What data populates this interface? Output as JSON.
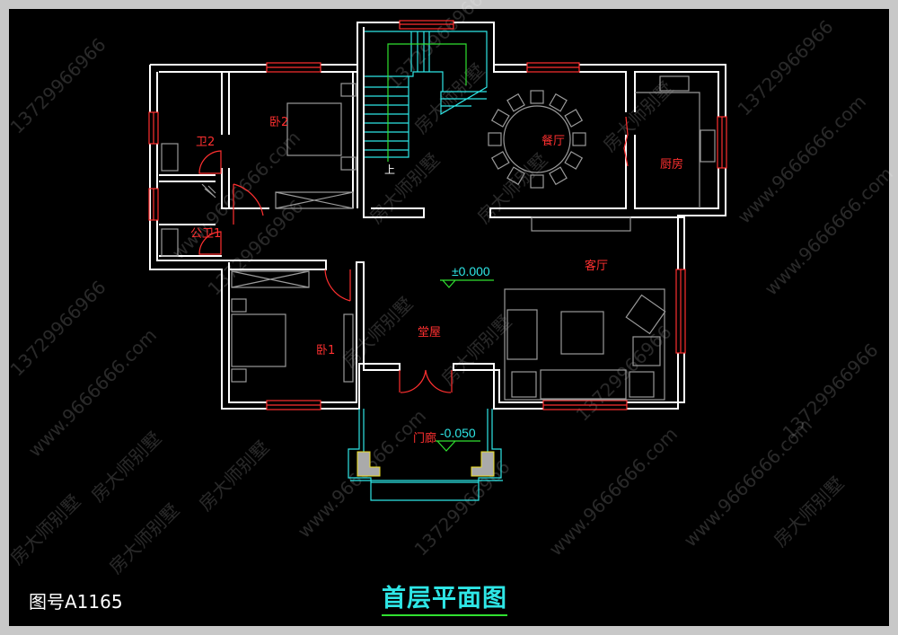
{
  "drawing": {
    "title": "首层平面图",
    "drawing_number": "图号A1165",
    "rooms": {
      "bathroom2": "卫2",
      "bedroom2": "卧2",
      "public_bathroom1": "公卫1",
      "bedroom1": "卧1",
      "main_hall": "堂屋",
      "dining_room": "餐厅",
      "kitchen": "厨房",
      "living_room": "客厅",
      "porch": "门廊"
    },
    "stair_up_label": "上",
    "elevations": {
      "floor": "±0.000",
      "porch": "-0.050"
    },
    "watermarks": {
      "brand": "房大师别墅",
      "phone": "13729966966",
      "website": "www.9666666.com"
    }
  }
}
